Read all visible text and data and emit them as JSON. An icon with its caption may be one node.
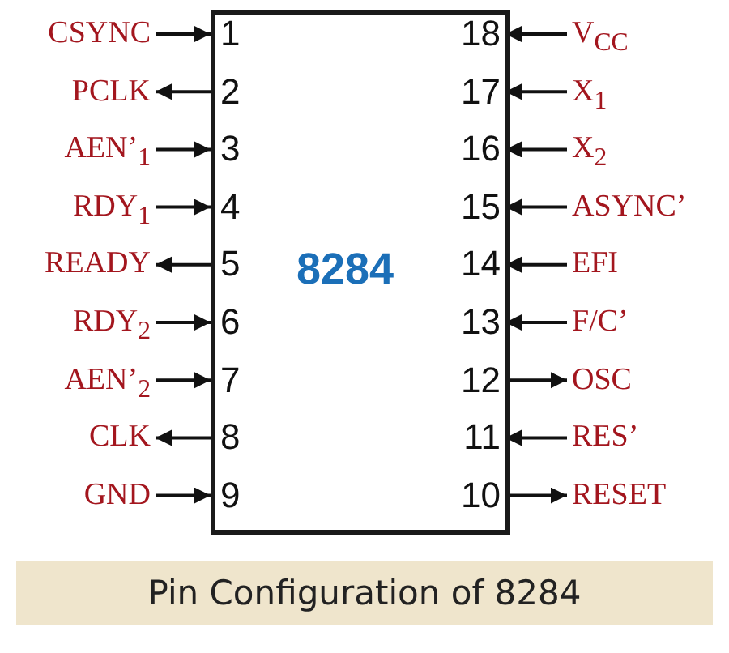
{
  "diagram": {
    "caption": "Pin Configuration of 8284",
    "nodes": [
      {
        "text": [
          "8284"
        ]
      },
      {
        "text": [
          "CSYNC"
        ]
      },
      {
        "text": [
          "1"
        ],
        "in": 0
      },
      {
        "text": [
          "18"
        ],
        "in": 0
      },
      {
        "text": [
          "V$_{CC}$"
        ]
      },
      {
        "text": [
          "PCLK"
        ]
      },
      {
        "text": [
          "2"
        ],
        "in": 0
      },
      {
        "text": [
          "17"
        ],
        "in": 0
      },
      {
        "text": [
          "X$_{1}$"
        ]
      },
      {
        "text": [
          "AEN’$_{1}$"
        ]
      },
      {
        "text": [
          "3"
        ],
        "in": 0
      },
      {
        "text": [
          "16"
        ],
        "in": 0
      },
      {
        "text": [
          "X$_{2}$"
        ]
      },
      {
        "text": [
          "RDY$_{1}$"
        ]
      },
      {
        "text": [
          "4"
        ],
        "in": 0
      },
      {
        "text": [
          "15"
        ],
        "in": 0
      },
      {
        "text": [
          "ASYNC’"
        ]
      },
      {
        "text": [
          "READY"
        ]
      },
      {
        "text": [
          "5"
        ],
        "in": 0
      },
      {
        "text": [
          "14"
        ],
        "in": 0
      },
      {
        "text": [
          "EFI"
        ]
      },
      {
        "text": [
          "RDY$_{2}$"
        ]
      },
      {
        "text": [
          "6"
        ],
        "in": 0
      },
      {
        "text": [
          "13"
        ],
        "in": 0
      },
      {
        "text": [
          "F/C’"
        ]
      },
      {
        "text": [
          "AEN’$_{2}$"
        ]
      },
      {
        "text": [
          "7"
        ],
        "in": 0
      },
      {
        "text": [
          "12"
        ],
        "in": 0
      },
      {
        "text": [
          "OSC"
        ]
      },
      {
        "text": [
          "CLK"
        ]
      },
      {
        "text": [
          "8"
        ],
        "in": 0
      },
      {
        "text": [
          "11"
        ],
        "in": 0
      },
      {
        "text": [
          "RES’"
        ]
      },
      {
        "text": [
          "GND"
        ]
      },
      {
        "text": [
          "9"
        ],
        "in": 0
      },
      {
        "text": [
          "10"
        ],
        "in": 0
      },
      {
        "text": [
          "RESET"
        ]
      }
    ],
    "edges": [
      {
        "from": 1,
        "to": 2,
        "arrow": "to"
      },
      {
        "from": 4,
        "to": 3,
        "arrow": "to"
      },
      {
        "from": 6,
        "to": 5,
        "arrow": "to"
      },
      {
        "from": 8,
        "to": 7,
        "arrow": "to"
      },
      {
        "from": 9,
        "to": 10,
        "arrow": "to"
      },
      {
        "from": 12,
        "to": 11,
        "arrow": "to"
      },
      {
        "from": 13,
        "to": 14,
        "arrow": "to"
      },
      {
        "from": 16,
        "to": 15,
        "arrow": "to"
      },
      {
        "from": 18,
        "to": 17,
        "arrow": "to"
      },
      {
        "from": 20,
        "to": 19,
        "arrow": "to"
      },
      {
        "from": 21,
        "to": 22,
        "arrow": "to"
      },
      {
        "from": 24,
        "to": 23,
        "arrow": "to"
      },
      {
        "from": 25,
        "to": 26,
        "arrow": "to"
      },
      {
        "from": 27,
        "to": 28,
        "arrow": "to"
      },
      {
        "from": 30,
        "to": 29,
        "arrow": "to"
      },
      {
        "from": 32,
        "to": 31,
        "arrow": "to"
      },
      {
        "from": 33,
        "to": 34,
        "arrow": "to"
      },
      {
        "from": 35,
        "to": 36,
        "arrow": "to"
      }
    ]
  }
}
